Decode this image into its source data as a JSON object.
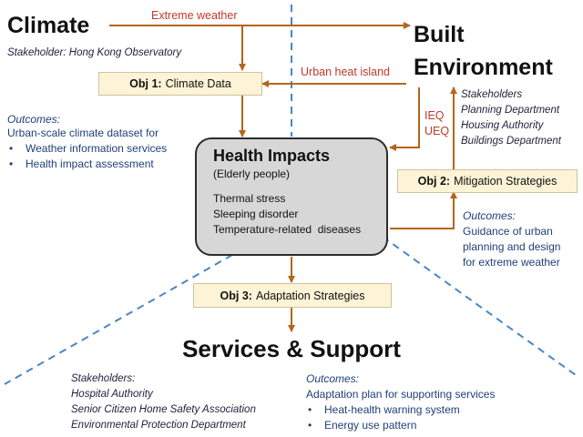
{
  "climate": {
    "title": "Climate",
    "stakeholder": "Stakeholder: Hong Kong Observatory",
    "outcomes_label": "Outcomes:",
    "outcomes_text": "Urban-scale climate dataset for",
    "outcomes_items": [
      "Weather information services",
      "Health impact assessment"
    ]
  },
  "built": {
    "title_line1": "Built",
    "title_line2": "Environment",
    "stakeholders": [
      "Stakeholders",
      "Planning Department",
      "Housing Authority",
      "Buildings Department"
    ]
  },
  "arrows": {
    "extreme_weather": "Extreme weather",
    "urban_heat_island": "Urban heat island",
    "ieq": "IEQ",
    "ueq": "UEQ"
  },
  "objectives": {
    "obj1_label": "Obj 1:",
    "obj1_text": "Climate Data",
    "obj2_label": "Obj 2:",
    "obj2_text": "Mitigation Strategies",
    "obj3_label": "Obj 3:",
    "obj3_text": "Adaptation Strategies"
  },
  "health": {
    "title": "Health Impacts",
    "subtitle": "(Elderly people)",
    "items": [
      "Thermal stress",
      "Sleeping disorder",
      "Temperature-related  diseases"
    ]
  },
  "mitigation_outcomes": {
    "label": "Outcomes:",
    "lines": [
      "Guidance of urban",
      "planning and design",
      "for extreme weather"
    ]
  },
  "services": {
    "title": "Services & Support",
    "stakeholders_label": "Stakeholders:",
    "stakeholders": [
      "Hospital Authority",
      "Senior Citizen Home Safety Association",
      "Environmental Protection Department"
    ],
    "outcomes_label": "Outcomes:",
    "outcomes_text": "Adaptation plan for supporting services",
    "outcomes_items": [
      "Heat-health warning system",
      "Energy use pattern"
    ]
  },
  "colors": {
    "arrow": "#b5651d",
    "dashed": "#4a86c5",
    "red_label": "#c0392b",
    "outcome_text": "#1f3f7a",
    "obj_fill": "#fdf3d6",
    "health_fill": "#d7d7d7"
  }
}
